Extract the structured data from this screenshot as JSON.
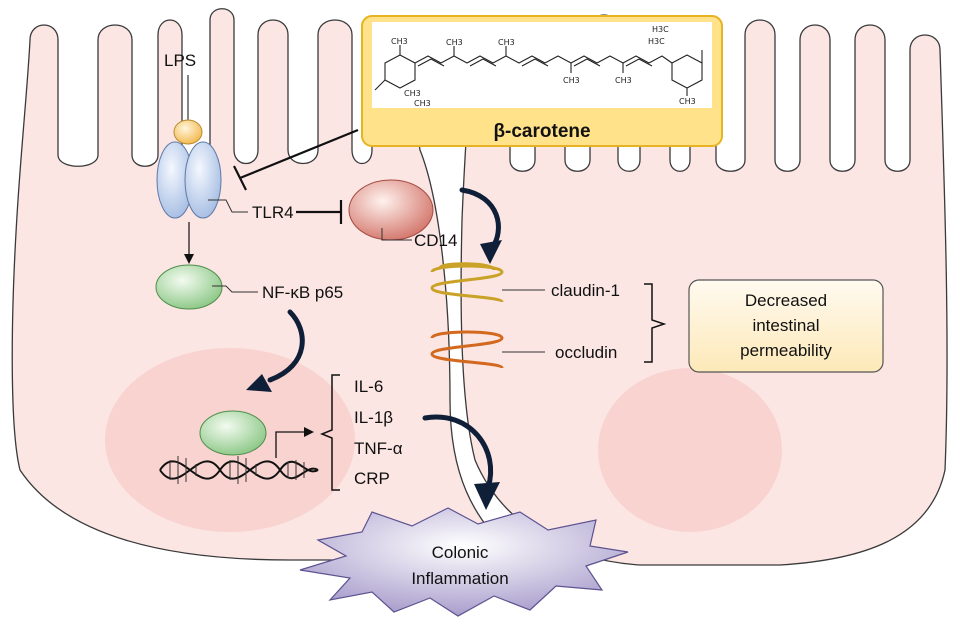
{
  "compound": {
    "name": "β-carotene",
    "methyl_labels": [
      "CH3",
      "CH3",
      "CH3",
      "CH3",
      "CH3",
      "CH3",
      "CH3",
      "CH3",
      "H3C",
      "H3C"
    ]
  },
  "receptors": {
    "lps": "LPS",
    "tlr4": "TLR4",
    "cd14": "CD14",
    "nfkb": "NF-κB p65"
  },
  "junctions": {
    "claudin": "claudin-1",
    "occludin": "occludin"
  },
  "effect_box": {
    "line1": "Decreased",
    "line2": "intestinal",
    "line3": "permeability"
  },
  "cytokines": [
    "IL-6",
    "IL-1β",
    "TNF-α",
    "CRP"
  ],
  "outcome": {
    "line1": "Colonic",
    "line2": "Inflammation"
  },
  "colors": {
    "cell_fill": "#fbe6e4",
    "cell_stroke": "#3a3a3a",
    "nucleus": "#f8cfcc",
    "compound_box": "#ffe28a",
    "compound_box_border": "#e6b422",
    "effect_box_fill": "#fff6d8",
    "claudin": "#c9a227",
    "occludin": "#d2691e",
    "arrow": "#0f1f38",
    "burst": "#9b8ec4"
  }
}
